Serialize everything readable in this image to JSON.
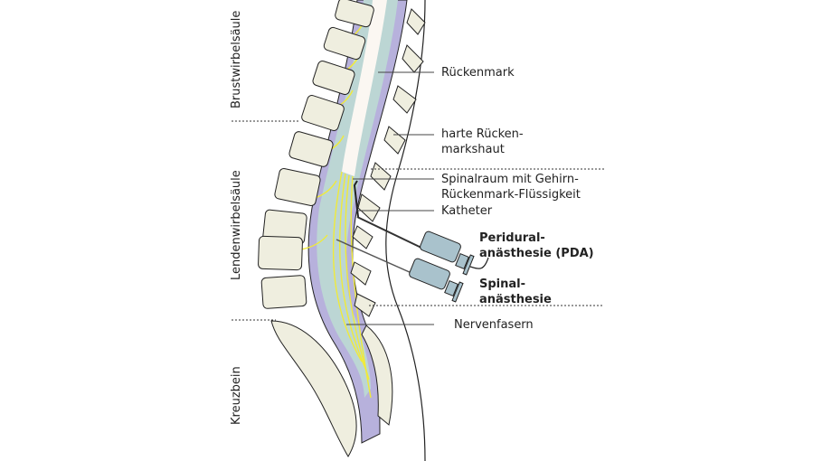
{
  "regions": [
    {
      "label": "Brustwirbelsäule"
    },
    {
      "label": "Lendenwirbelsäule"
    },
    {
      "label": "Kreuzbein"
    }
  ],
  "labels": {
    "spinal_cord": "Rückenmark",
    "dura_line1": "harte Rücken-",
    "dura_line2": "markshaut",
    "csf_line1": "Spinalraum mit Gehirn-",
    "csf_line2": "Rückenmark-Flüssigkeit",
    "catheter": "Katheter",
    "pda_line1": "Peridural-",
    "pda_line2": "anästhesie (PDA)",
    "spinal_line1": "Spinal-",
    "spinal_line2": "anästhesie",
    "nerve_fibers": "Nervenfasern"
  },
  "colors": {
    "bone": "#efeedf",
    "dura": "#b7b1dc",
    "csf": "#bcd6d4",
    "cord": "#fbf7f2",
    "nerve": "#f0ea3a",
    "syringe": "#a9c2cc"
  }
}
